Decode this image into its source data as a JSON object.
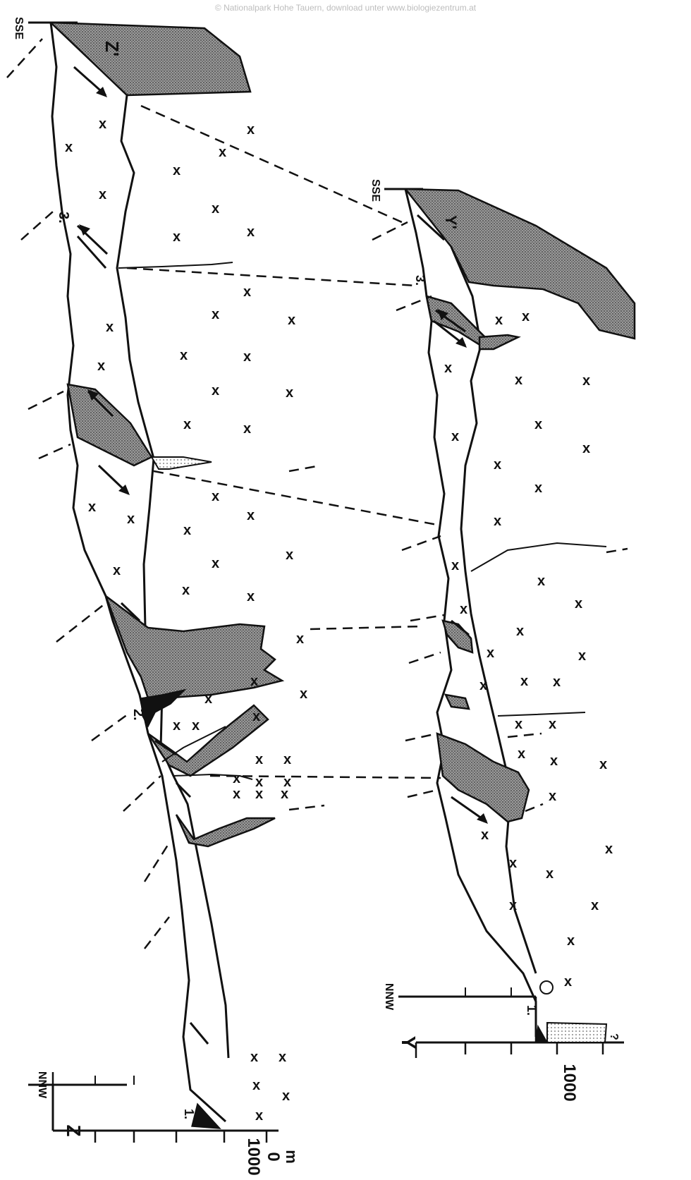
{
  "copyright": "© Nationalpark Hohe Tauern, download unter www.biologiezentrum.at",
  "profile_z": {
    "label": "Z",
    "end_label": "Z'",
    "nnw": "NNW",
    "sse": "SSE",
    "elevation_label": "1000",
    "zero_label": "0",
    "unit": "m",
    "zone_1": "1.",
    "zone_2": "2.",
    "zone_3": "3."
  },
  "profile_y": {
    "label": "Y",
    "end_label": "Y'",
    "nnw": "NNW",
    "sse": "SSE",
    "elevation_label": "1000",
    "zone_1": "1.",
    "zone_3": "3.",
    "question": "?"
  },
  "colors": {
    "ink": "#111111",
    "stipple": "#8c8c8c",
    "background": "#ffffff"
  }
}
